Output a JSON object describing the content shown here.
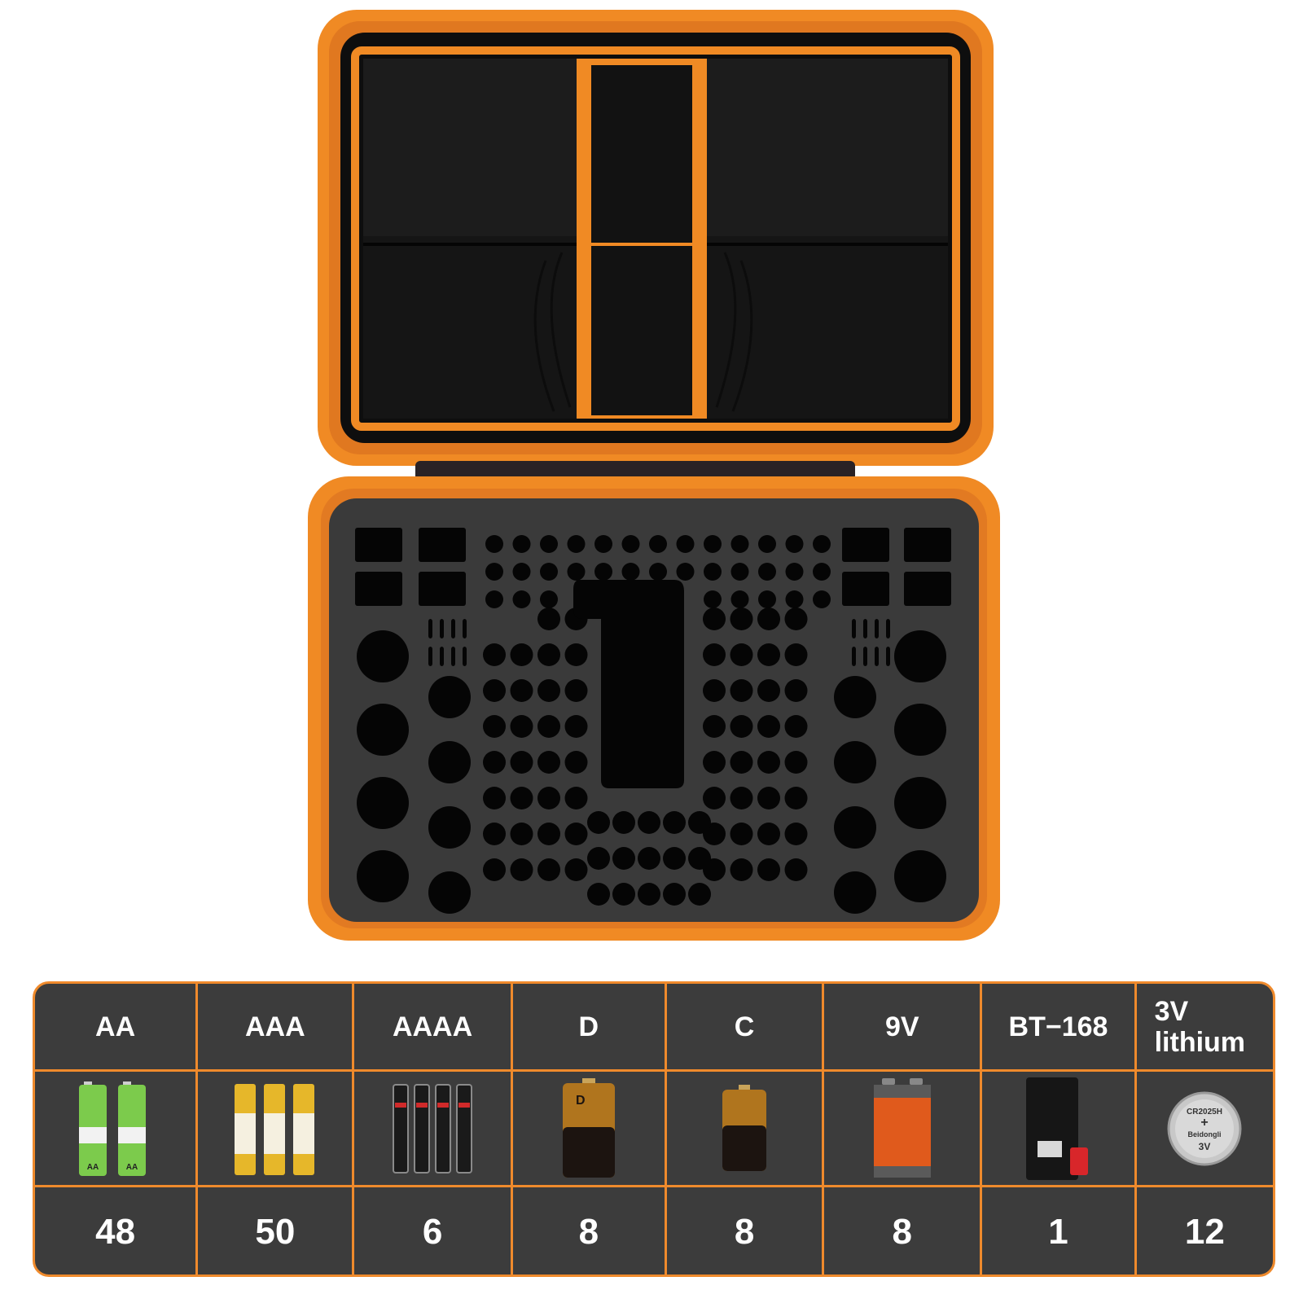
{
  "table": {
    "columns": [
      {
        "type": "AA",
        "count": "48",
        "icon": "aa-battery-icon"
      },
      {
        "type": "AAA",
        "count": "50",
        "icon": "aaa-battery-icon"
      },
      {
        "type": "AAAA",
        "count": "6",
        "icon": "aaaa-battery-icon"
      },
      {
        "type": "D",
        "count": "8",
        "icon": "d-battery-icon"
      },
      {
        "type": "C",
        "count": "8",
        "icon": "c-battery-icon"
      },
      {
        "type": "9V",
        "count": "8",
        "icon": "9v-battery-icon"
      },
      {
        "type": "BT−168",
        "count": "1",
        "icon": "battery-tester-icon"
      },
      {
        "type_line1": "3V",
        "type_line2": "lithium",
        "count": "12",
        "icon": "coin-cell-icon"
      }
    ],
    "battery_labels": {
      "aa": "AA",
      "d": "D",
      "coin_model": "CR2025H",
      "coin_brand": "Beidongli",
      "coin_voltage": "3V"
    }
  },
  "colors": {
    "accent": "#ef8a2c",
    "table_bg": "#3c3c3c",
    "foam": "#3a3a3a",
    "case_lining": "#111111"
  }
}
